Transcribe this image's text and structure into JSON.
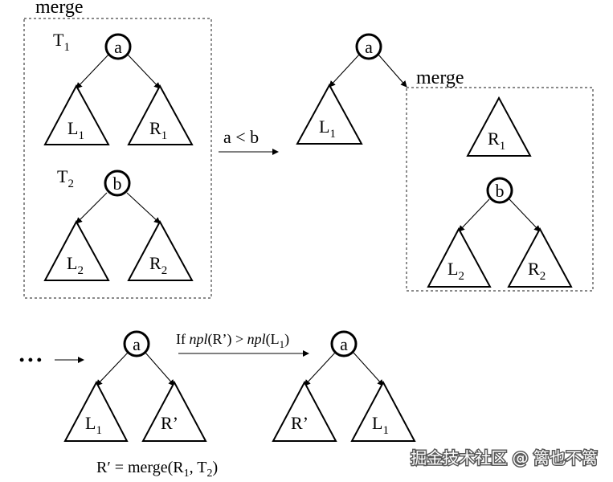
{
  "boxes": {
    "merge_left": "merge",
    "merge_right": "merge"
  },
  "trees": {
    "t1_label": "T",
    "t1_sub": "1",
    "t2_label": "T",
    "t2_sub": "2"
  },
  "nodes": {
    "a": "a",
    "b": "b"
  },
  "subtrees": {
    "L": "L",
    "R": "R",
    "R_prime": "R’",
    "sub1": "1",
    "sub2": "2"
  },
  "arrows": {
    "a_lt_b": "a < b",
    "ellipsis": "• • •"
  },
  "condition": {
    "if": "If ",
    "npl": "npl",
    "r_prime_arg": "(R’) > ",
    "l_arg_open": "(L",
    "sub": "1",
    "close": ")"
  },
  "formula": {
    "lhs": "R′ = merge(R",
    "sub1": "1",
    "mid": ", T",
    "sub2": "2",
    "end": ")"
  },
  "watermark": "掘金技术社区 @ 篱也不篱"
}
